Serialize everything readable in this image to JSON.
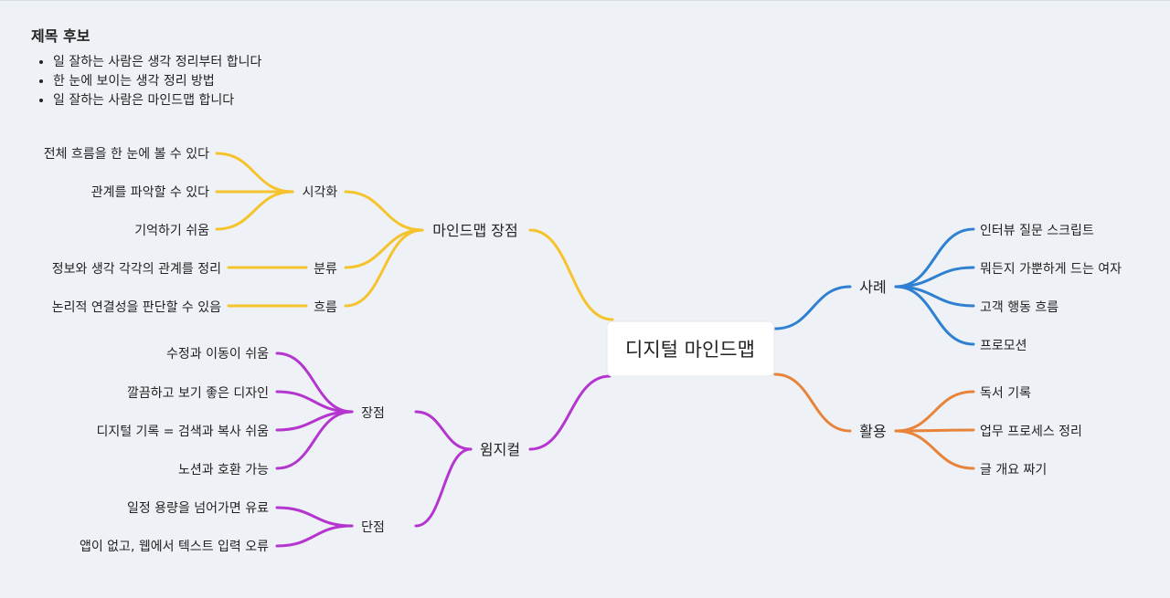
{
  "title_candidates": {
    "heading": "제목 후보",
    "items": [
      "일 잘하는 사람은 생각 정리부터 합니다",
      "한 눈에 보이는 생각 정리 방법",
      "일 잘하는 사람은 마인드맵 합니다"
    ]
  },
  "mindmap": {
    "root": "디지털 마인드맵",
    "branches": {
      "pros": {
        "label": "마인드맵 장점",
        "color": "#f5c32c",
        "children": {
          "visual": {
            "label": "시각화",
            "items": [
              "전체 흐름을 한 눈에 볼 수 있다",
              "관계를 파악할 수 있다",
              "기억하기 쉬움"
            ]
          },
          "classify": {
            "label": "분류",
            "items": [
              "정보와 생각 각각의 관계를 정리"
            ]
          },
          "flow": {
            "label": "흐름",
            "items": [
              "논리적 연결성을 판단할 수 있음"
            ]
          }
        }
      },
      "whimsical": {
        "label": "윔지컬",
        "color": "#b535cf",
        "children": {
          "merits": {
            "label": "장점",
            "items": [
              "수정과 이동이 쉬움",
              "깔끔하고 보기 좋은 디자인",
              "디지털 기록 = 검색과 복사 쉬움",
              "노션과 호환 가능"
            ]
          },
          "demerits": {
            "label": "단점",
            "items": [
              "일정 용량을 넘어가면 유료",
              "앱이 없고, 웹에서 텍스트 입력 오류"
            ]
          }
        }
      },
      "cases": {
        "label": "사례",
        "color": "#2f80d1",
        "items": [
          "인터뷰 질문 스크립트",
          "뭐든지 가뿐하게 드는 여자",
          "고객 행동 흐름",
          "프로모션"
        ]
      },
      "uses": {
        "label": "활용",
        "color": "#e8833a",
        "items": [
          "독서 기록",
          "업무 프로세스 정리",
          "글 개요 짜기"
        ]
      }
    }
  }
}
